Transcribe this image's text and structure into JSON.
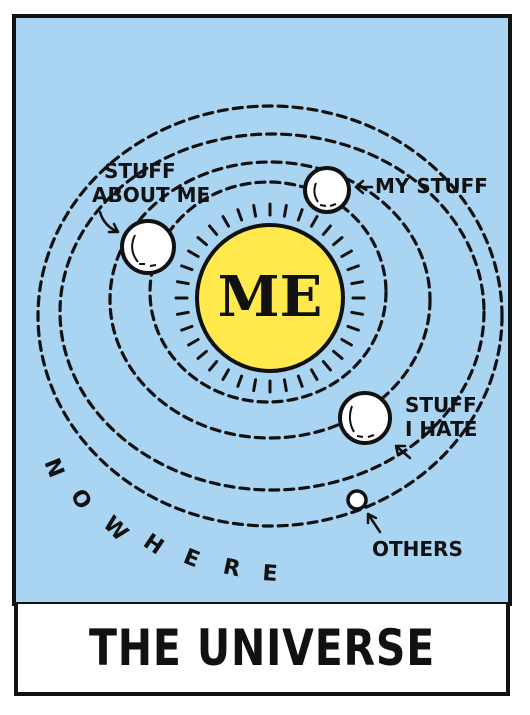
{
  "colors": {
    "sky": "#a9d4f2",
    "sun": "#ffe94d",
    "ink": "#111111",
    "planet": "#ffffff",
    "caption_bg": "#ffffff"
  },
  "diagram": {
    "center_label": "ME",
    "labels": {
      "stuff_about_me_line1": "STUFF",
      "stuff_about_me_line2": "ABOUT ME",
      "my_stuff": "MY STUFF",
      "stuff_i_hate_line1": "STUFF",
      "stuff_i_hate_line2": "I HATE",
      "others": "OTHERS",
      "nowhere": [
        "N",
        "O",
        "W",
        "H",
        "E",
        "R",
        "E"
      ]
    }
  },
  "caption": {
    "title": "THE UNIVERSE"
  }
}
